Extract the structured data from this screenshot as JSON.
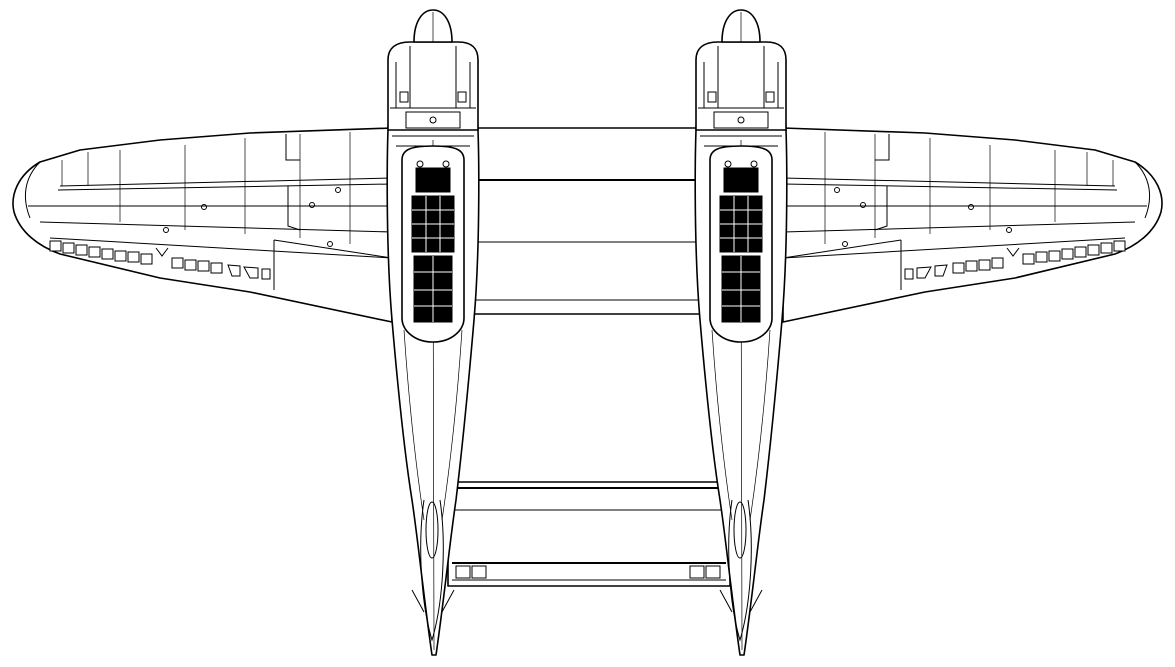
{
  "drawing": {
    "background_color": "#ffffff",
    "line_color": "#000000",
    "style": "monochrome line art",
    "components": [
      "left-wing",
      "right-wing",
      "center-wing",
      "left-boom",
      "right-boom",
      "left-engine-nacelle",
      "right-engine-nacelle",
      "left-spinner",
      "right-spinner",
      "left-radiator-grille",
      "right-radiator-grille",
      "horizontal-stabilizer",
      "elevator",
      "left-tail-fin",
      "right-tail-fin"
    ]
  }
}
